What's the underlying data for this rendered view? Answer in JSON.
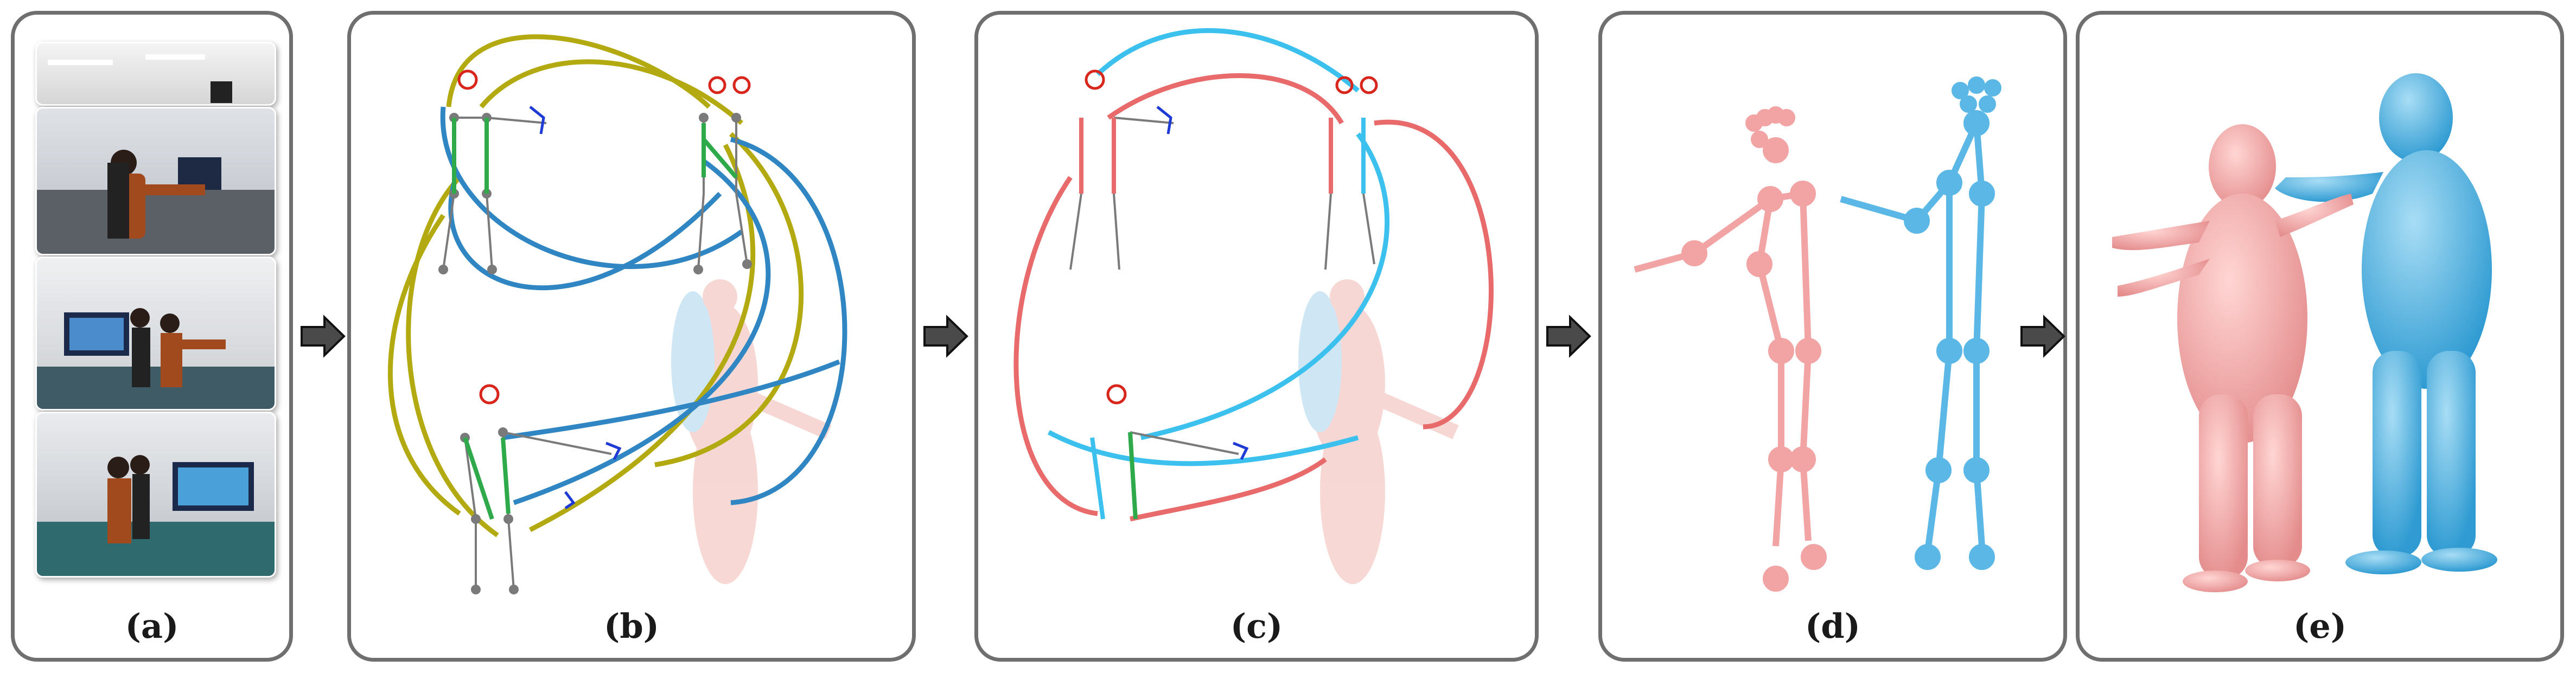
{
  "figure": {
    "panels": [
      {
        "id": "a",
        "label": "(a)"
      },
      {
        "id": "b",
        "label": "(b)"
      },
      {
        "id": "c",
        "label": "(c)"
      },
      {
        "id": "d",
        "label": "(d)"
      },
      {
        "id": "e",
        "label": "(e)"
      }
    ],
    "colors": {
      "frame": "#6f6f6f",
      "arrow_fill": "#4a4a4a",
      "person_a": "#f2a4a4",
      "person_b": "#5bb8e6",
      "link_yellow": "#b3aa12",
      "link_blue": "#2f86c2",
      "link_red": "#e86a6a",
      "link_cyan": "#3cc1ef",
      "link_green": "#2eaa4a",
      "keypoint_gray": "#7a7a7a",
      "hand_blue": "#1f3bd6",
      "face_red": "#d9261c"
    },
    "icons": [
      "right-arrow-icon",
      "right-arrow-icon",
      "right-arrow-icon",
      "right-arrow-icon"
    ]
  }
}
